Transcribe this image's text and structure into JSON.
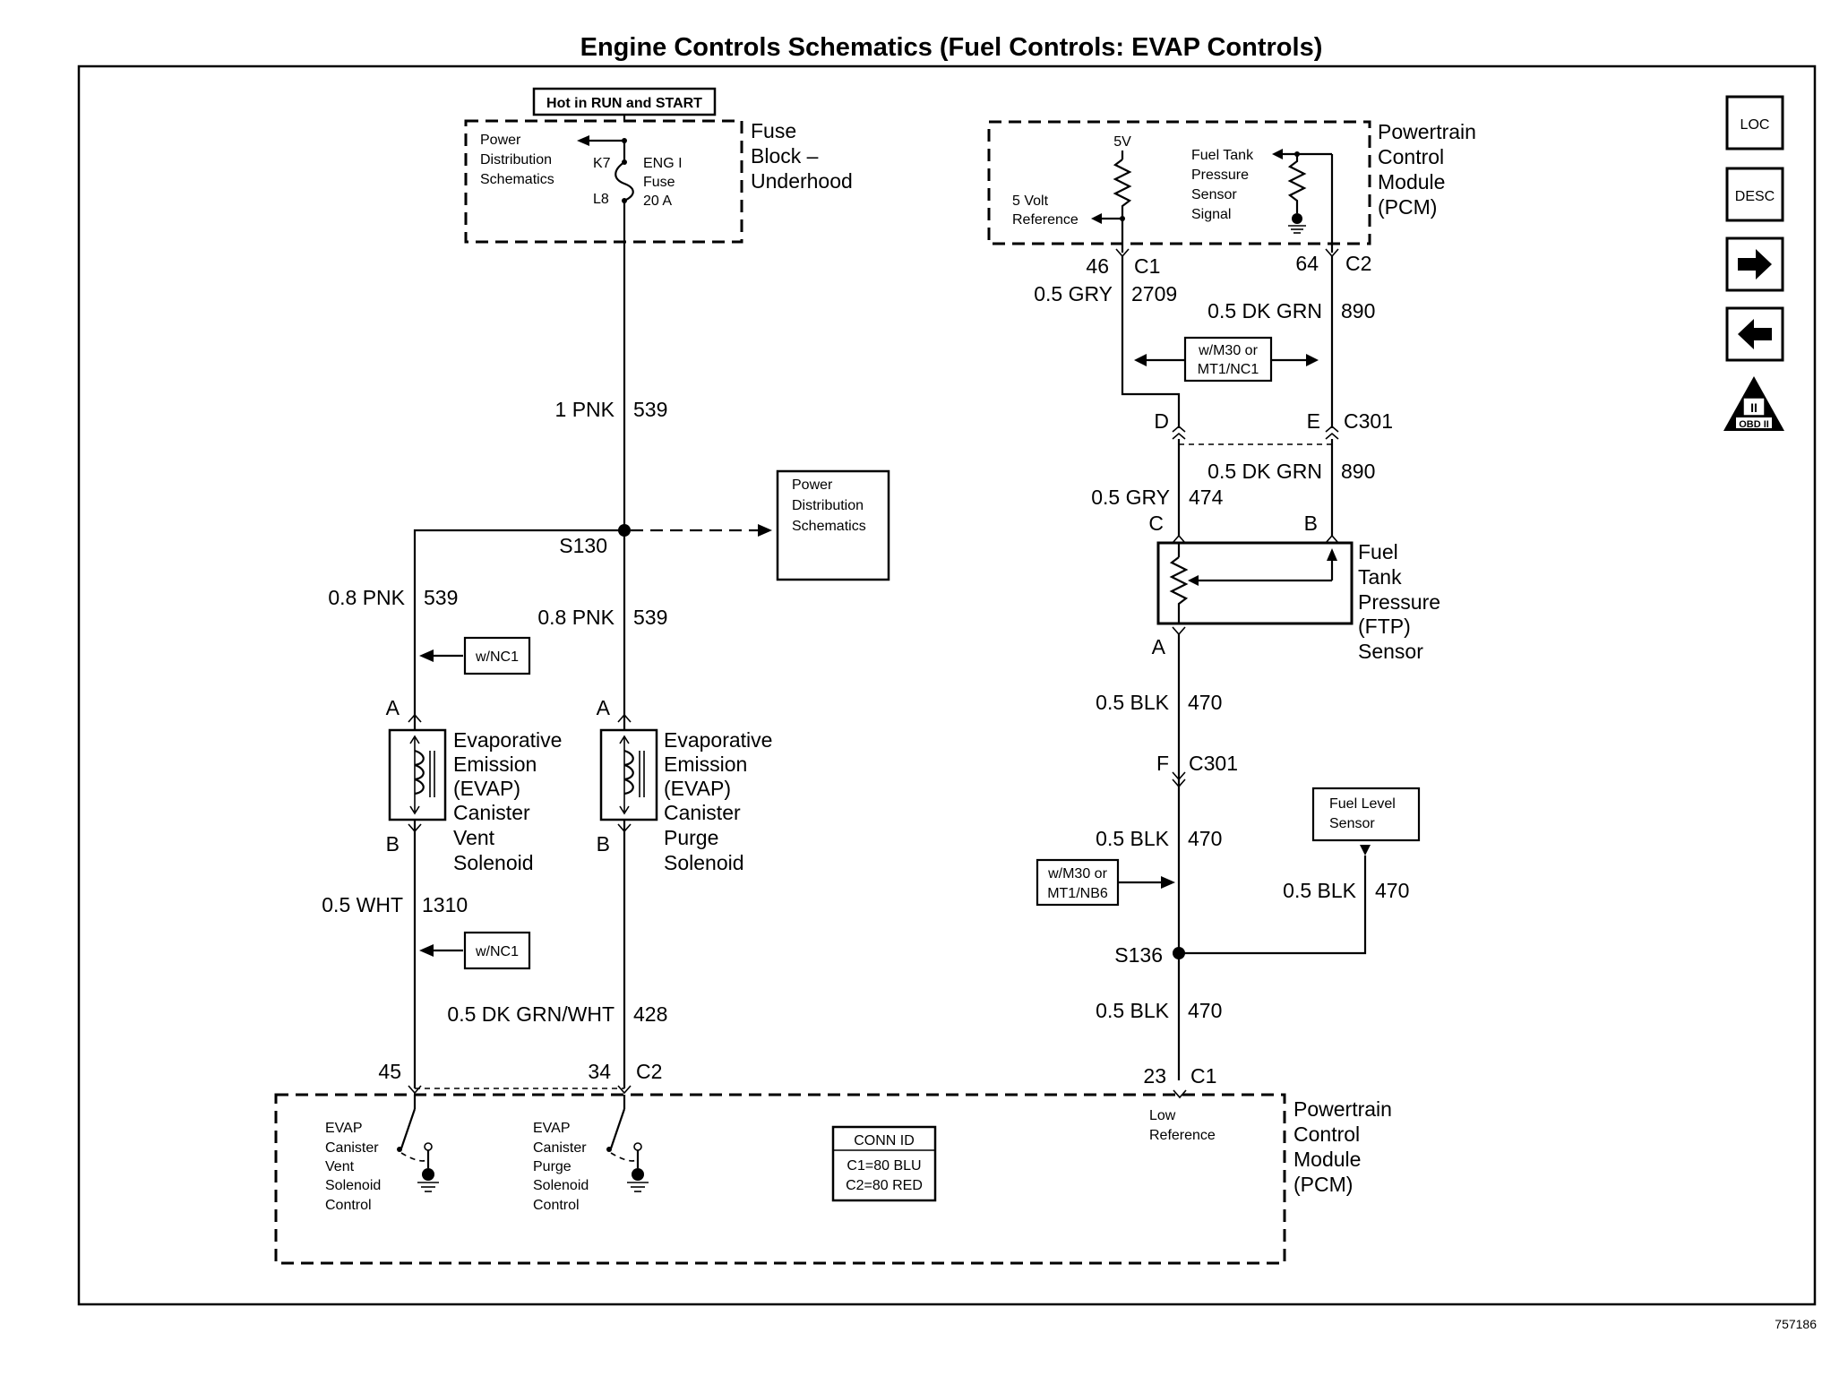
{
  "title": "Engine Controls Schematics (Fuel Controls: EVAP Controls)",
  "figure_id": "757186",
  "side_buttons": [
    {
      "name": "loc-button",
      "label": "LOC"
    },
    {
      "name": "desc-button",
      "label": "DESC"
    },
    {
      "name": "next-button",
      "icon": "arrow-right-icon"
    },
    {
      "name": "prev-button",
      "icon": "arrow-left-icon"
    },
    {
      "name": "obd-button",
      "label_top": "II",
      "label_bottom": "OBD II"
    }
  ],
  "fuse_block": {
    "hot_label": "Hot in RUN and START",
    "power_dist": [
      "Power",
      "Distribution",
      "Schematics"
    ],
    "k7": "K7",
    "l8": "L8",
    "fuse_name": [
      "ENG I",
      "Fuse",
      "20 A"
    ],
    "name": [
      "Fuse",
      "Block –",
      "Underhood"
    ]
  },
  "left_wires": {
    "main_color": "1 PNK",
    "main_circuit": "539",
    "splice": "S130",
    "power_dist_box": [
      "Power",
      "Distribution",
      "Schematics"
    ],
    "vent_color": "0.8 PNK",
    "vent_circuit": "539",
    "purge_color": "0.8 PNK",
    "purge_circuit": "539",
    "option_nc1": "w/NC1",
    "vent_out_color": "0.5 WHT",
    "vent_out_circuit": "1310",
    "purge_out_color": "0.5 DK GRN/WHT",
    "purge_out_circuit": "428",
    "pin_a": "A",
    "pin_b": "B"
  },
  "vent_solenoid": [
    "Evaporative",
    "Emission",
    "(EVAP)",
    "Canister",
    "Vent",
    "Solenoid"
  ],
  "purge_solenoid": [
    "Evaporative",
    "Emission",
    "(EVAP)",
    "Canister",
    "Purge",
    "Solenoid"
  ],
  "pcm_bottom": {
    "pin_45": "45",
    "pin_34": "34",
    "c2": "C2",
    "pin_23": "23",
    "c1": "C1",
    "vent_control": [
      "EVAP",
      "Canister",
      "Vent",
      "Solenoid",
      "Control"
    ],
    "purge_control": [
      "EVAP",
      "Canister",
      "Purge",
      "Solenoid",
      "Control"
    ],
    "conn_id_title": "CONN ID",
    "conn_id_lines": [
      "C1=80 BLU",
      "C2=80 RED"
    ],
    "low_ref": [
      "Low",
      "Reference"
    ],
    "name": [
      "Powertrain",
      "Control",
      "Module",
      "(PCM)"
    ]
  },
  "pcm_top": {
    "v5": "5V",
    "ref_label": [
      "5 Volt",
      "Reference"
    ],
    "ftp_signal": [
      "Fuel Tank",
      "Pressure",
      "Sensor",
      "Signal"
    ],
    "pin_46": "46",
    "c1": "C1",
    "pin_64": "64",
    "c2": "C2",
    "name": [
      "Powertrain",
      "Control",
      "Module",
      "(PCM)"
    ]
  },
  "right_wires": {
    "gry_color": "0.5 GRY",
    "gry_circuit": "2709",
    "grn_color": "0.5 DK GRN",
    "grn_circuit": "890",
    "option_m30": [
      "w/M30 or",
      "MT1/NC1"
    ],
    "pin_d": "D",
    "pin_e": "E",
    "c301": "C301",
    "grn2_color": "0.5 DK GRN",
    "grn2_circuit": "890",
    "gry2_color": "0.5 GRY",
    "gry2_circuit": "474",
    "pin_c": "C",
    "pin_b": "B",
    "pin_a": "A",
    "blk1_color": "0.5 BLK",
    "blk1_circuit": "470",
    "pin_f": "F",
    "c301b": "C301",
    "blk2_color": "0.5 BLK",
    "blk2_circuit": "470",
    "option_nb6": [
      "w/M30 or",
      "MT1/NB6"
    ],
    "fuel_level": [
      "Fuel Level",
      "Sensor"
    ],
    "blk3_color": "0.5 BLK",
    "blk3_circuit": "470",
    "splice": "S136",
    "blk4_color": "0.5 BLK",
    "blk4_circuit": "470"
  },
  "ftp_sensor": [
    "Fuel",
    "Tank",
    "Pressure",
    "(FTP)",
    "Sensor"
  ]
}
